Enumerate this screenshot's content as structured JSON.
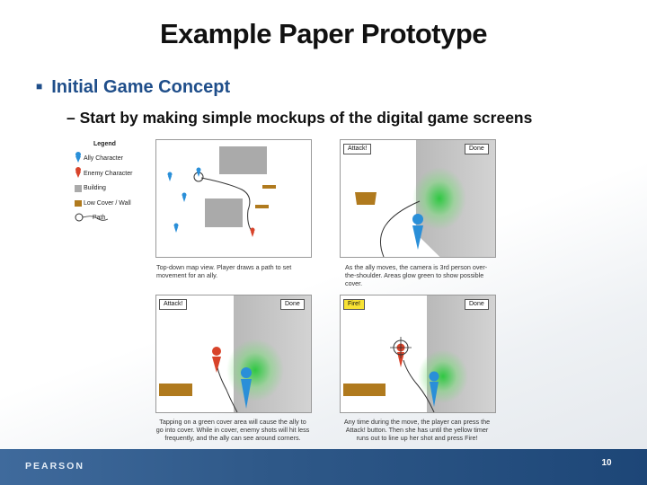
{
  "slide": {
    "title": "Example Paper Prototype",
    "bullet1": "Initial Game Concept",
    "bullet2": "– Start by making simple mockups of the digital game screens",
    "page_number": "10",
    "logo": "PEARSON"
  },
  "legend": {
    "heading": "Legend",
    "items": [
      "Ally Character",
      "Enemy Character",
      "Building",
      "Low Cover / Wall",
      "Path"
    ]
  },
  "panels": {
    "map": {
      "caption": "Top-down map view. Player draws a path to set movement for an ally."
    },
    "move": {
      "attack": "Attack!",
      "done": "Done",
      "caption": "As the ally moves, the camera is 3rd person over-the-shoulder. Areas glow green to show possible cover."
    },
    "cover": {
      "attack": "Attack!",
      "done": "Done",
      "caption": "Tapping on a green cover area will cause the ally to go into cover. While in cover, enemy shots will hit less frequently, and the ally can see around corners."
    },
    "fire": {
      "attack": "Fire!",
      "done": "Done",
      "caption": "Any time during the move, the player can press the Attack! button. Then she has until the yellow timer runs out to line up her shot and press Fire!"
    }
  },
  "colors": {
    "ally": "#2a8fd8",
    "enemy": "#d8432a",
    "building": "#aaaaaa",
    "cover": "#b07a1e",
    "accent": "#1f4e8a",
    "footer": "#2f5989"
  }
}
